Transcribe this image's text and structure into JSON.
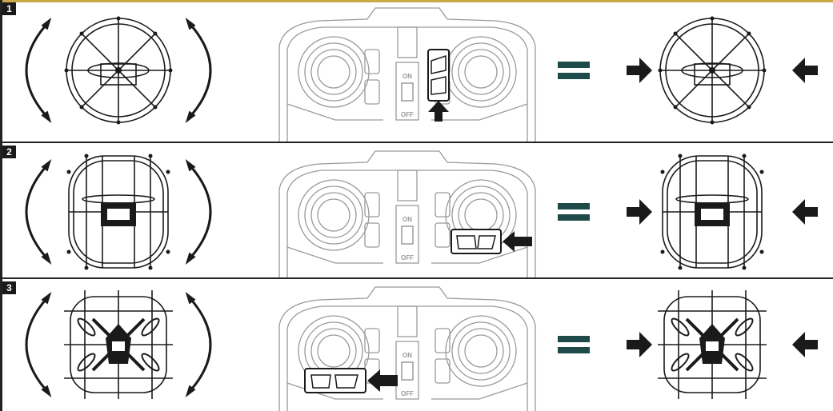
{
  "steps": [
    {
      "number": "1",
      "trigger": "vertical-top"
    },
    {
      "number": "2",
      "trigger": "shoulder-right"
    },
    {
      "number": "3",
      "trigger": "shoulder-left"
    }
  ],
  "controller": {
    "switch_on": "ON",
    "switch_off": "OFF"
  },
  "colors": {
    "equals": "#1f4a4a",
    "ink": "#1a1a1a",
    "faint": "#9a9a9a",
    "rule": "#c9a94a"
  }
}
